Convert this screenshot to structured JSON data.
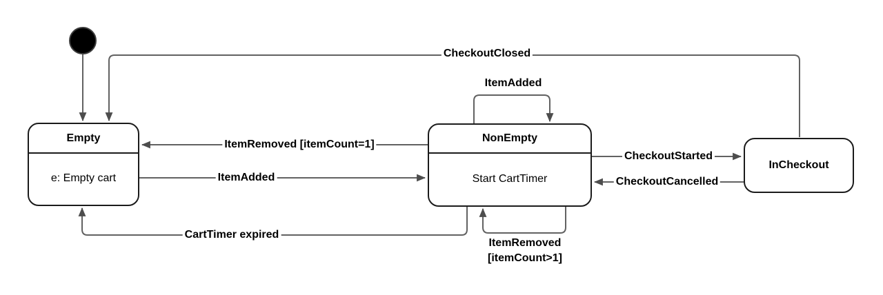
{
  "diagram": {
    "kind": "uml-state-machine",
    "colors": {
      "edge": "#616161",
      "arrowhead": "#4d4d4d",
      "state_border": "#1a1a1a",
      "state_fill": "#ffffff",
      "text": "#000000",
      "initial_fill": "#000000"
    },
    "initial": {
      "name": "initial-pseudostate"
    },
    "states": [
      {
        "name": "Empty",
        "action": "e: Empty cart"
      },
      {
        "name": "NonEmpty",
        "action": "Start CartTimer"
      },
      {
        "name": "InCheckout"
      }
    ],
    "transitions": [
      {
        "from": "InCheckout",
        "to": "Empty",
        "label": "CheckoutClosed"
      },
      {
        "from": "NonEmpty",
        "to": "NonEmpty",
        "label": "ItemAdded"
      },
      {
        "from": "NonEmpty",
        "to": "Empty",
        "label": "ItemRemoved [itemCount=1]"
      },
      {
        "from": "Empty",
        "to": "NonEmpty",
        "label": "ItemAdded"
      },
      {
        "from": "NonEmpty",
        "to": "InCheckout",
        "label": "CheckoutStarted"
      },
      {
        "from": "InCheckout",
        "to": "NonEmpty",
        "label": "CheckoutCancelled"
      },
      {
        "from": "NonEmpty",
        "to": "Empty",
        "label": "CartTimer expired"
      },
      {
        "from": "NonEmpty",
        "to": "NonEmpty",
        "label": "ItemRemoved [itemCount>1]",
        "label_lines": [
          "ItemRemoved",
          "[itemCount>1]"
        ]
      }
    ]
  }
}
